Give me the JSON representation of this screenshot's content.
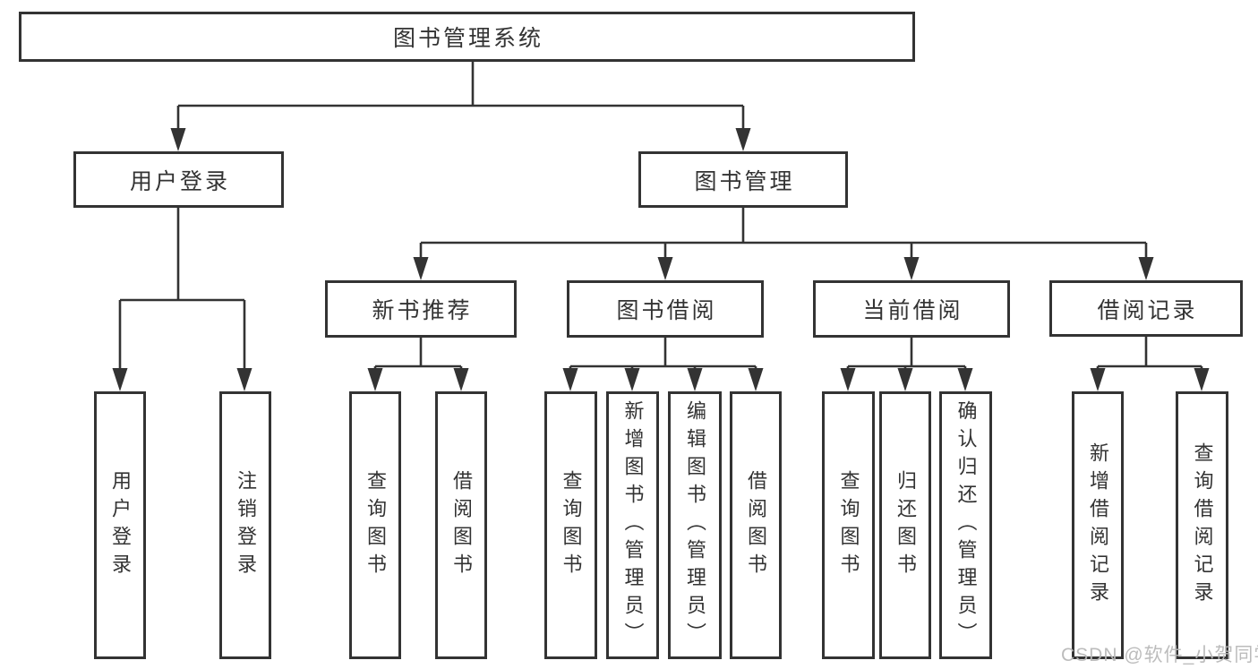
{
  "diagram_type": "hierarchy-tree",
  "colors": {
    "line": "#333333",
    "text": "#333333",
    "node_background": "#ffffff",
    "page_background": "#ffffff",
    "watermark": "#b8b8b8"
  },
  "tree": {
    "label": "图书管理系统",
    "children": [
      {
        "label": "用户登录",
        "children": [
          {
            "label": "用户登录"
          },
          {
            "label": "注销登录"
          }
        ]
      },
      {
        "label": "图书管理",
        "children": [
          {
            "label": "新书推荐",
            "children": [
              {
                "label": "查询图书"
              },
              {
                "label": "借阅图书"
              }
            ]
          },
          {
            "label": "图书借阅",
            "children": [
              {
                "label": "查询图书"
              },
              {
                "label": "新增图书（管理员）"
              },
              {
                "label": "编辑图书（管理员）"
              },
              {
                "label": "借阅图书"
              }
            ]
          },
          {
            "label": "当前借阅",
            "children": [
              {
                "label": "查询图书"
              },
              {
                "label": "归还图书"
              },
              {
                "label": "确认归还（管理员）"
              }
            ]
          },
          {
            "label": "借阅记录",
            "children": [
              {
                "label": "新增借阅记录"
              },
              {
                "label": "查询借阅记录"
              }
            ]
          }
        ]
      }
    ]
  },
  "watermark": {
    "text": "CSDN @软件_小贺同学"
  }
}
